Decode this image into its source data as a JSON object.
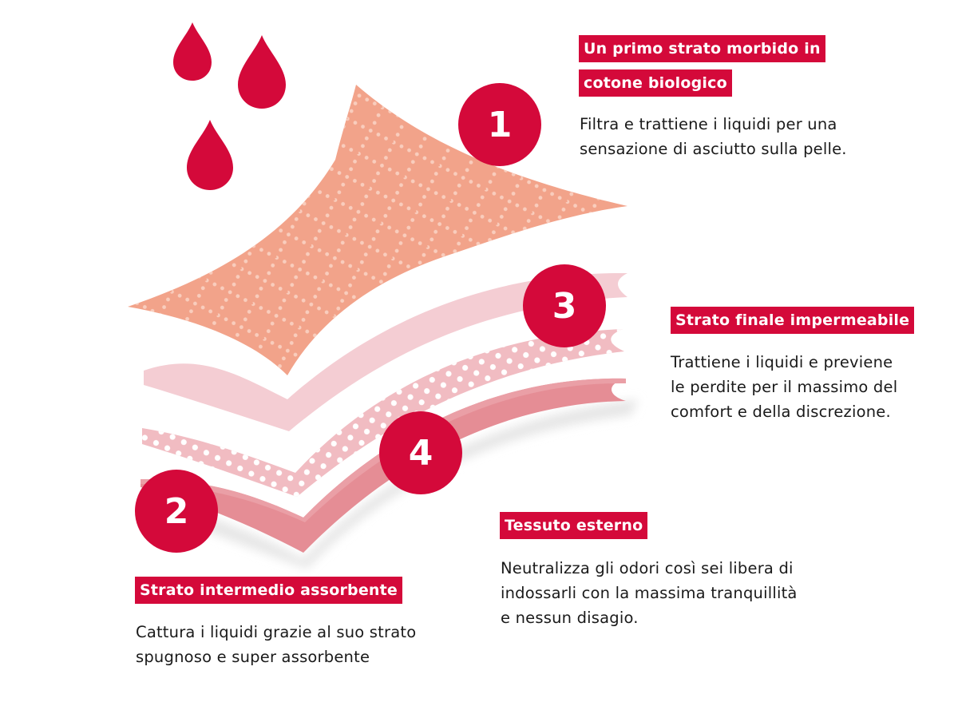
{
  "layers": [
    {
      "number": "1",
      "title_lines": [
        "Un primo strato morbido in",
        "cotone biologico"
      ],
      "description_lines": [
        "Filtra e trattiene i liquidi per una",
        "sensazione di asciutto sulla pelle."
      ]
    },
    {
      "number": "2",
      "title_lines": [
        "Strato intermedio assorbente"
      ],
      "description_lines": [
        "Cattura i liquidi grazie al suo strato",
        "spugnoso e super assorbente"
      ]
    },
    {
      "number": "3",
      "title_lines": [
        "Strato finale impermeabile"
      ],
      "description_lines": [
        "Trattiene i liquidi e previene",
        "le perdite per il massimo del",
        "comfort e della discrezione."
      ]
    },
    {
      "number": "4",
      "title_lines": [
        "Tessuto esterno"
      ],
      "description_lines": [
        "Neutralizza gli odori così sei libera di",
        "indossarli con la massima tranquillità",
        "e nessun disagio."
      ]
    }
  ],
  "colors": {
    "accent": "#d4093a",
    "top_layer": "#f2a38a",
    "second_layer": "#f4cdd3",
    "dotted_layer": "#f1bcc2",
    "bottom_layer": "#e58d95",
    "drop": "#d4093a"
  },
  "icons": [
    "drop-icon",
    "drop-icon",
    "drop-icon"
  ]
}
